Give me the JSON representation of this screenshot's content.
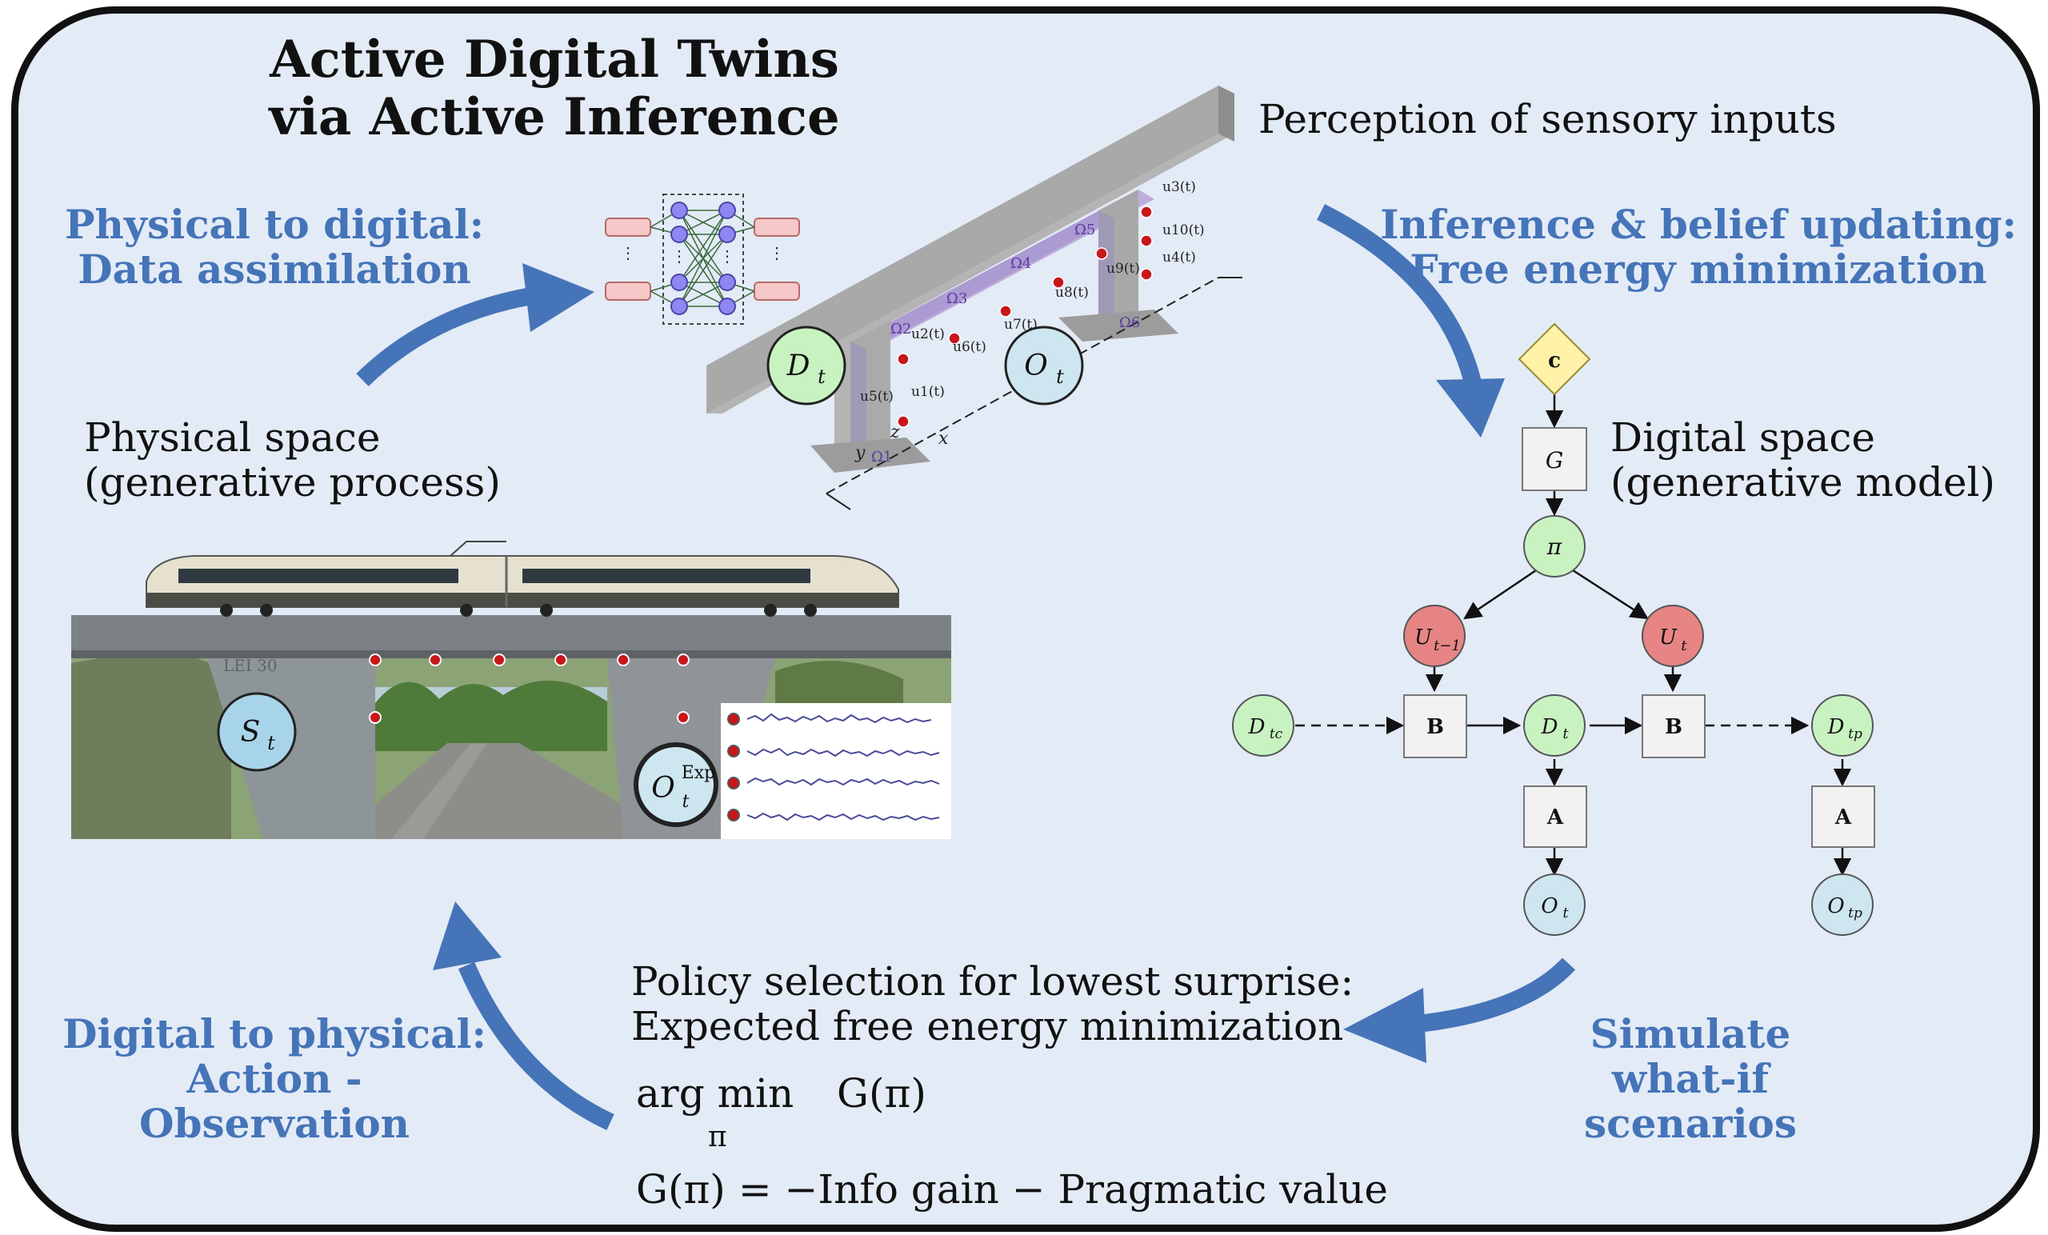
{
  "title": {
    "line1": "Active Digital Twins",
    "line2": "via Active Inference"
  },
  "physical_to_digital": {
    "line1": "Physical to digital:",
    "line2": "Data assimilation"
  },
  "inference": {
    "line1": "Inference & belief updating:",
    "line2": "Free energy minimization"
  },
  "perception": "Perception of sensory inputs",
  "physical_space": {
    "line1": "Physical space",
    "line2": "(generative process)"
  },
  "digital_space": {
    "line1": "Digital space",
    "line2": "(generative model)"
  },
  "digital_to_physical": {
    "line1": "Digital to physical:",
    "line2": "Action - Observation"
  },
  "simulate": {
    "line1": "Simulate",
    "line2": "what-if scenarios"
  },
  "policy": {
    "line1": "Policy selection for lowest surprise:",
    "line2": "Expected free energy minimization",
    "argmin": "arg min",
    "argmin_sub": "π",
    "g_pi": "G(π)",
    "equation": "G(π) = −Info gain − Pragmatic value"
  },
  "bridge_model": {
    "nodes": {
      "D": "D",
      "D_sub": "t",
      "O": "O",
      "O_sub": "t"
    },
    "subdomains": [
      "Ω1",
      "Ω2",
      "Ω3",
      "Ω4",
      "Ω5",
      "Ω6"
    ],
    "sensors": [
      "u1(t)",
      "u2(t)",
      "u3(t)",
      "u4(t)",
      "u5(t)",
      "u6(t)",
      "u7(t)",
      "u8(t)",
      "u9(t)",
      "u10(t)"
    ],
    "axes": [
      "x",
      "y",
      "z"
    ]
  },
  "photo_nodes": {
    "S": "S",
    "S_sub": "t",
    "O": "O",
    "O_sub": "t",
    "O_sup": "Exp",
    "photo_text": "LEI 30"
  },
  "graph": {
    "c": "c",
    "G": "G",
    "pi": "π",
    "U_prev": "U",
    "U_prev_sub": "t−1",
    "U_t": "U",
    "U_t_sub": "t",
    "D_tc": "D",
    "D_tc_sub": "tc",
    "B1": "B",
    "D_t": "D",
    "D_t_sub": "t",
    "B2": "B",
    "D_tp": "D",
    "D_tp_sub": "tp",
    "A1": "A",
    "A2": "A",
    "O_t": "O",
    "O_t_sub": "t",
    "O_tp": "O",
    "O_tp_sub": "tp"
  },
  "colors": {
    "background": "#e3ebf6",
    "arrow_blue": "#4574b8",
    "node_green": "#c9f2c1",
    "node_red": "#e78585",
    "node_blue": "#cde6ef",
    "node_yellow": "#fff2a8",
    "factor_gray": "#f2f2f2"
  }
}
